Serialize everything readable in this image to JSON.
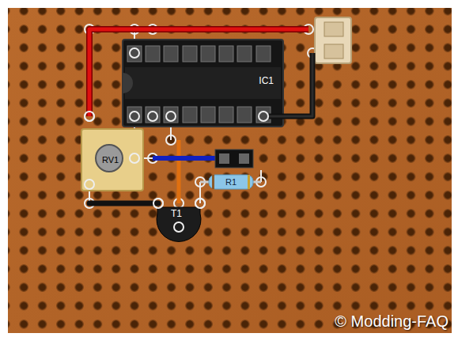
{
  "diagram": {
    "nodes": [
      {
        "text": [
          "IC1"
        ]
      },
      {
        "text": [
          "RV1"
        ]
      },
      {
        "text": [
          "R1"
        ]
      },
      {
        "text": [
          "T1"
        ]
      }
    ],
    "labels": [
      "© Modding-FAQ"
    ]
  }
}
